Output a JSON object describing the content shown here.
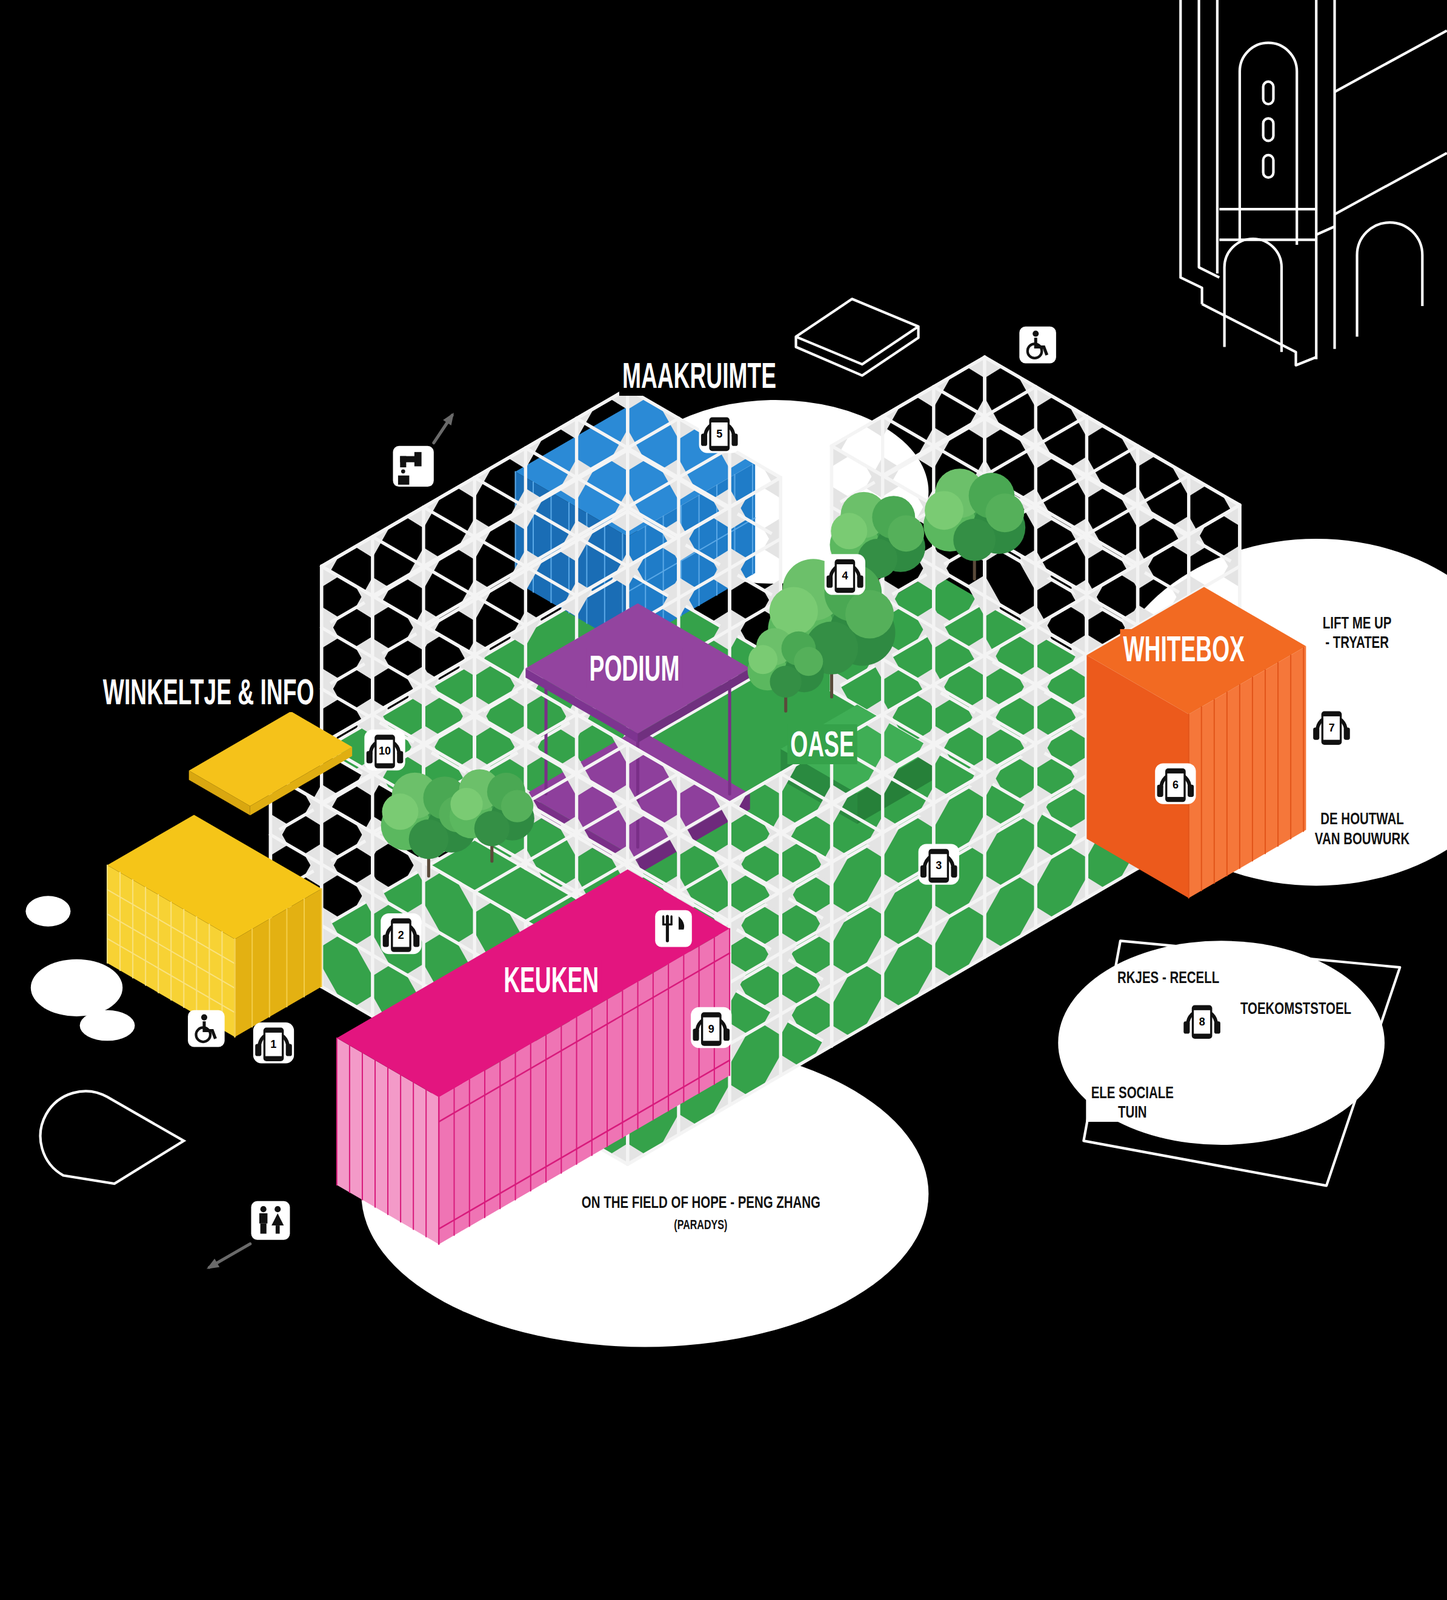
{
  "diagram": {
    "nodes": [
      {
        "text": [
          "MAAKRUIMTE"
        ]
      },
      {
        "text": [
          "PODIUM"
        ]
      },
      {
        "text": [
          "OASE"
        ]
      },
      {
        "text": [
          "WINKELTJE & INFO"
        ]
      },
      {
        "text": [
          "WHITEBOX"
        ]
      },
      {
        "text": [
          "KEUKEN"
        ]
      },
      {
        "text": [
          "LIFT ME UP - TRYATER",
          "DE HOUTWAL VAN BOUWURK"
        ]
      },
      {
        "text": [
          "RKJES - RECELL",
          "TOEKOMSTSTOEL",
          "ELE SOCIALE TUIN"
        ]
      },
      {
        "text": [
          "ON THE FIELD OF HOPE - PENG ZHANG",
          "(PARADYS)"
        ]
      }
    ],
    "labels": [
      "1",
      "2",
      "3",
      "4",
      "5",
      "6",
      "7",
      "8",
      "9",
      "10"
    ]
  }
}
